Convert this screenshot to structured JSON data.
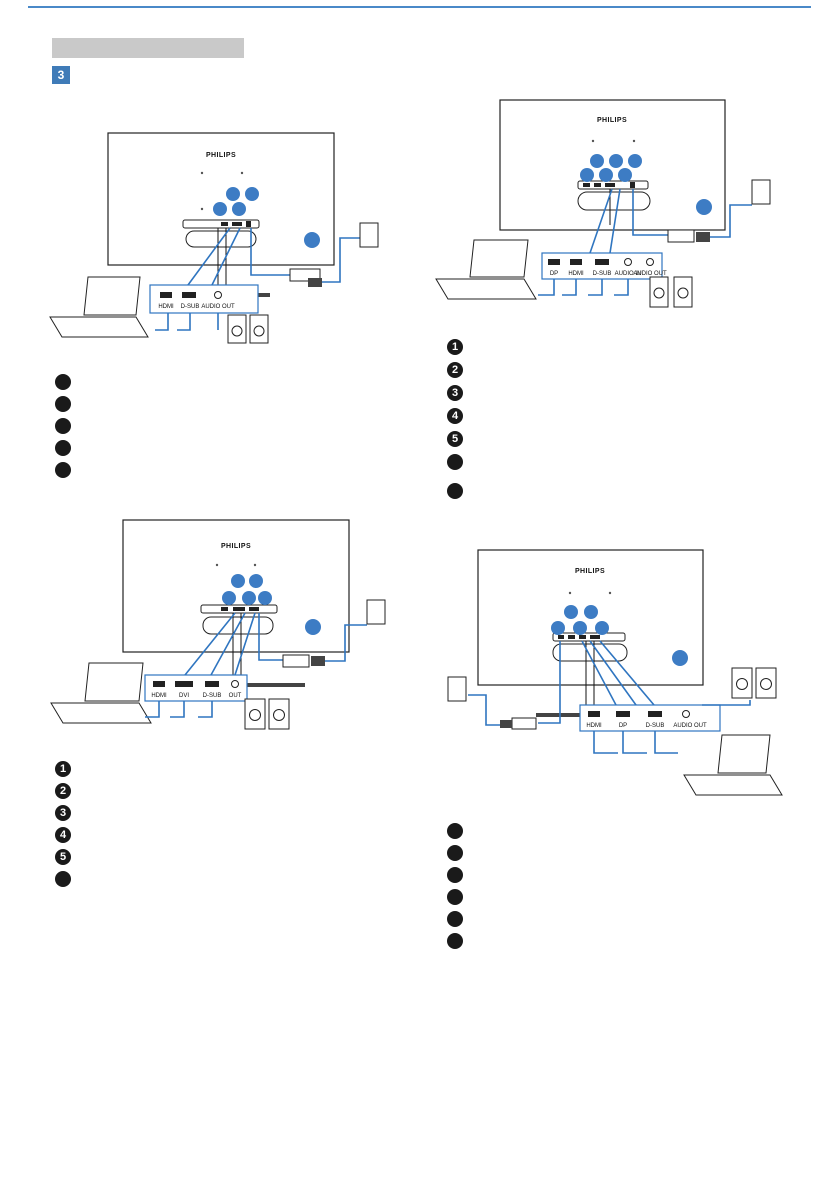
{
  "page": {
    "step_number": "3"
  },
  "brand": "PHILIPS",
  "colors": {
    "accent": "#3f7bb8",
    "callout": "#3d7cc4",
    "cable": "#2f75c0",
    "header_band": "#c9c9c9"
  },
  "figures": [
    {
      "id": "fig-a",
      "port_labels": [
        "HDMI",
        "D-SUB",
        "AUDIO OUT"
      ],
      "legend": [
        "",
        "",
        "",
        "",
        ""
      ]
    },
    {
      "id": "fig-b",
      "port_labels": [
        "DP",
        "HDMI",
        "D-SUB",
        "AUDIO IN",
        "AUDIO OUT"
      ],
      "legend": [
        "1",
        "2",
        "3",
        "4",
        "5",
        "",
        ""
      ]
    },
    {
      "id": "fig-c",
      "port_labels": [
        "HDMI",
        "DVI",
        "D-SUB",
        "OUT"
      ],
      "legend": [
        "1",
        "2",
        "3",
        "4",
        "5",
        ""
      ]
    },
    {
      "id": "fig-d",
      "port_labels": [
        "HDMI",
        "DP",
        "D-SUB",
        "AUDIO OUT"
      ],
      "legend": [
        "",
        "",
        "",
        "",
        "",
        ""
      ]
    }
  ]
}
